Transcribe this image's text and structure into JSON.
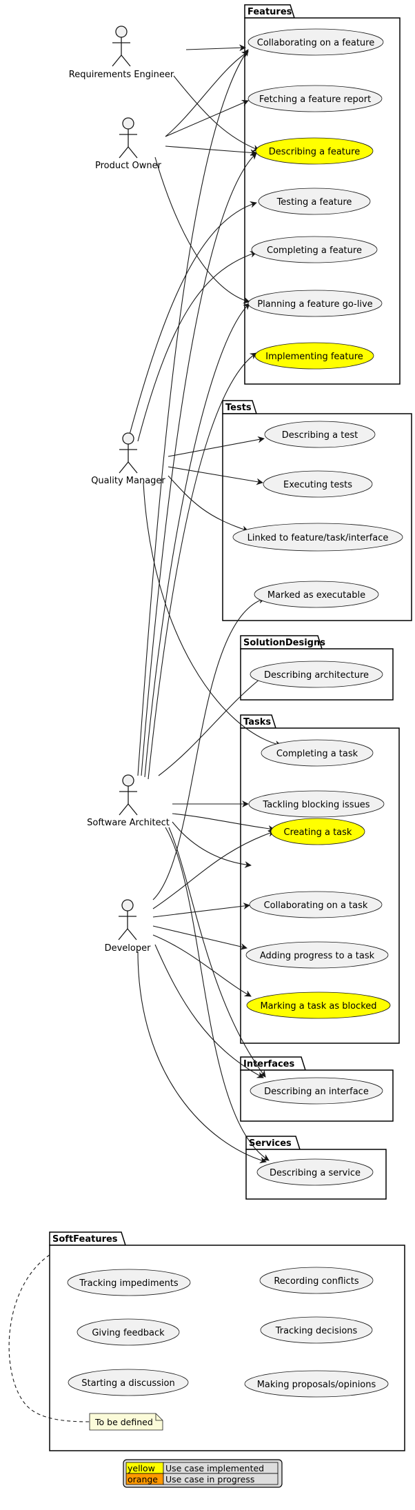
{
  "colors": {
    "implemented": "#ffff00",
    "in_progress": "#ff9900",
    "usecase_default": "#f1f1f1",
    "note": "#fbfbd9",
    "legend_bg": "#dddddd"
  },
  "actors": {
    "requirements_engineer": "Requirements Engineer",
    "product_owner": "Product Owner",
    "quality_manager": "Quality Manager",
    "software_architect": "Software Architect",
    "developer": "Developer"
  },
  "packages": {
    "features": {
      "title": "Features",
      "usecases": {
        "collaborating": "Collaborating on a feature",
        "fetching_report": "Fetching a feature report",
        "describing": "Describing a feature",
        "testing": "Testing a feature",
        "completing": "Completing a feature",
        "planning_golive": "Planning a feature go-live",
        "implementing": "Implementing feature"
      }
    },
    "tests": {
      "title": "Tests",
      "usecases": {
        "describing": "Describing a test",
        "executing": "Executing tests",
        "linked": "Linked to feature/task/interface",
        "executable": "Marked as executable"
      }
    },
    "solution_designs": {
      "title": "SolutionDesigns",
      "usecases": {
        "describing_architecture": "Describing architecture"
      }
    },
    "tasks": {
      "title": "Tasks",
      "usecases": {
        "completing": "Completing a task",
        "tackling_blocking": "Tackling blocking issues",
        "creating": "Creating a task",
        "collaborating": "Collaborating on a task",
        "adding_progress": "Adding progress to a task",
        "marking_blocked": "Marking a task as blocked"
      }
    },
    "interfaces": {
      "title": "Interfaces",
      "usecases": {
        "describing": "Describing an interface"
      }
    },
    "services": {
      "title": "Services",
      "usecases": {
        "describing": "Describing a service"
      }
    },
    "soft_features": {
      "title": "SoftFeatures",
      "usecases": {
        "tracking_impediments": "Tracking impediments",
        "giving_feedback": "Giving feedback",
        "starting_discussion": "Starting a discussion",
        "recording_conflicts": "Recording conflicts",
        "tracking_decisions": "Tracking decisions",
        "making_proposals": "Making proposals/opinions"
      },
      "note": "To be defined"
    }
  },
  "legend": {
    "implemented_color_word": "yellow",
    "implemented_label": "Use case implemented",
    "in_progress_color_word": "orange",
    "in_progress_label": "Use case in progress"
  }
}
